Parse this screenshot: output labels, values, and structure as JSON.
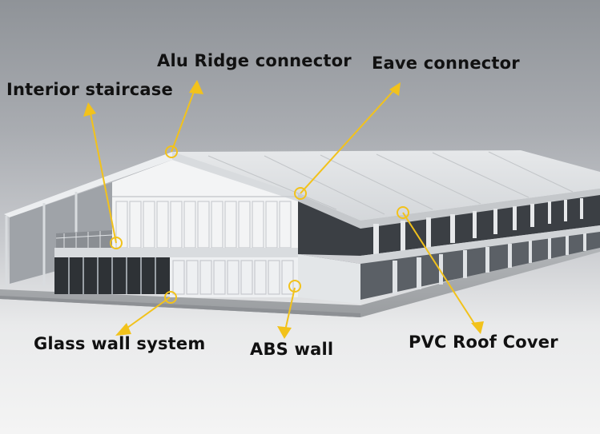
{
  "labels": {
    "alu_ridge": "Alu Ridge connector",
    "eave": "Eave connector",
    "staircase": "Interior staircase",
    "glass_wall": "Glass wall system",
    "abs_wall": "ABS wall",
    "pvc_roof": "PVC Roof Cover"
  },
  "colors": {
    "callout": "#f2c21b",
    "label_text": "#111111"
  }
}
